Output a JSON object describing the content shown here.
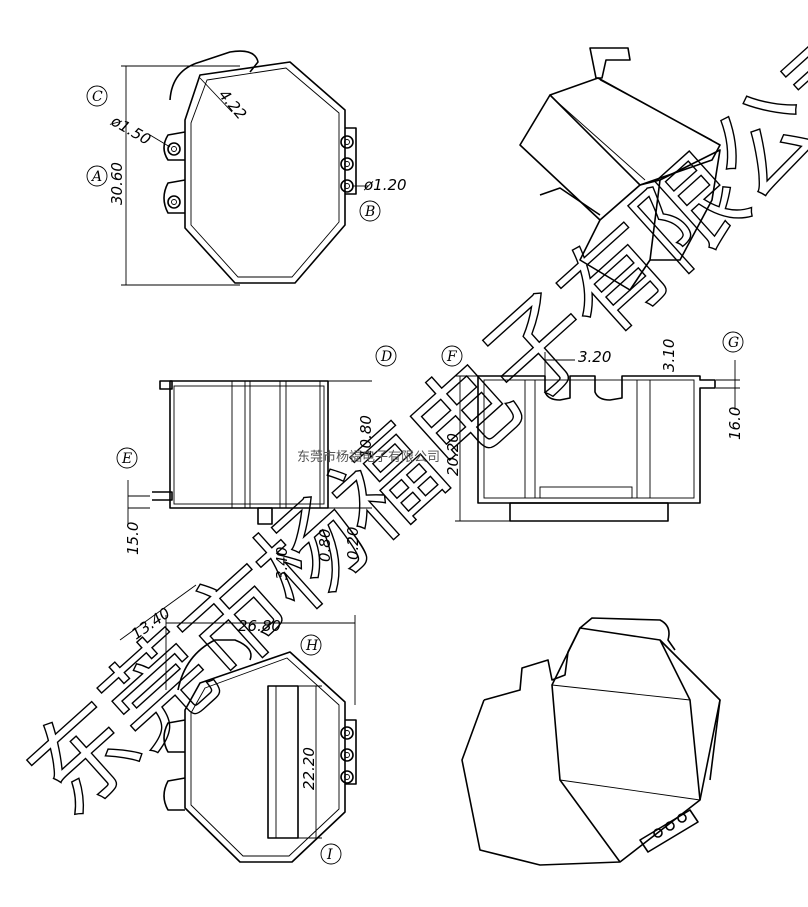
{
  "watermark": {
    "large": "东莞市杨福电子有限公司",
    "small": "东莞市杨福电子有限公司"
  },
  "callouts": [
    "C",
    "A",
    "B",
    "D",
    "F",
    "G",
    "E",
    "H",
    "I"
  ],
  "dimensions": {
    "top_view": {
      "slot": "4.22",
      "pin_a": "ø1.50",
      "height": "30.60",
      "pin_b": "ø1.20"
    },
    "side_view": {
      "height": "10.80",
      "base": "15.0",
      "pin": "3.40",
      "offset1": "0.80",
      "offset2": "0.20"
    },
    "front_view": {
      "notch_w": "3.20",
      "notch_d": "3.10",
      "height": "20.20",
      "base": "16.0"
    },
    "bottom_view": {
      "width": "26.80",
      "offset": "13.40",
      "slot": "22.20"
    }
  }
}
